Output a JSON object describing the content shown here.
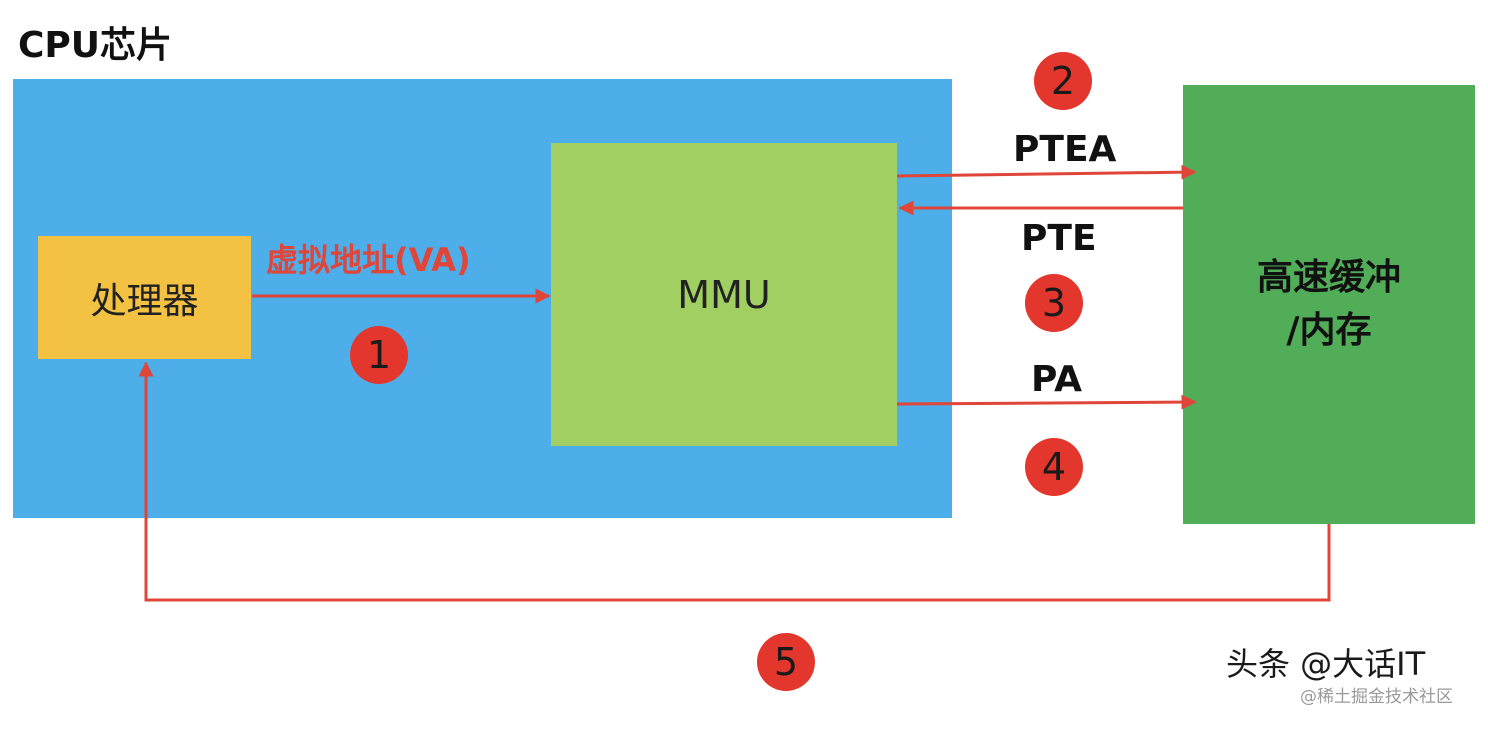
{
  "diagram": {
    "cpu_title": "CPU芯片",
    "processor_label": "处理器",
    "mmu_label": "MMU",
    "memory_label_line1": "高速缓冲",
    "memory_label_line2": "/内存",
    "va_label": "虚拟地址(VA)",
    "ptea_label": "PTEA",
    "pte_label": "PTE",
    "pa_label": "PA",
    "steps": [
      "1",
      "2",
      "3",
      "4",
      "5"
    ]
  },
  "watermark": {
    "main": "头条 @大话IT",
    "sub": "@稀土掘金技术社区"
  },
  "colors": {
    "cpu": "#4daee9",
    "processor": "#f4c243",
    "mmu": "#a2cf62",
    "memory": "#52ad58",
    "arrow": "#e0453a",
    "badge": "#e3362c"
  }
}
